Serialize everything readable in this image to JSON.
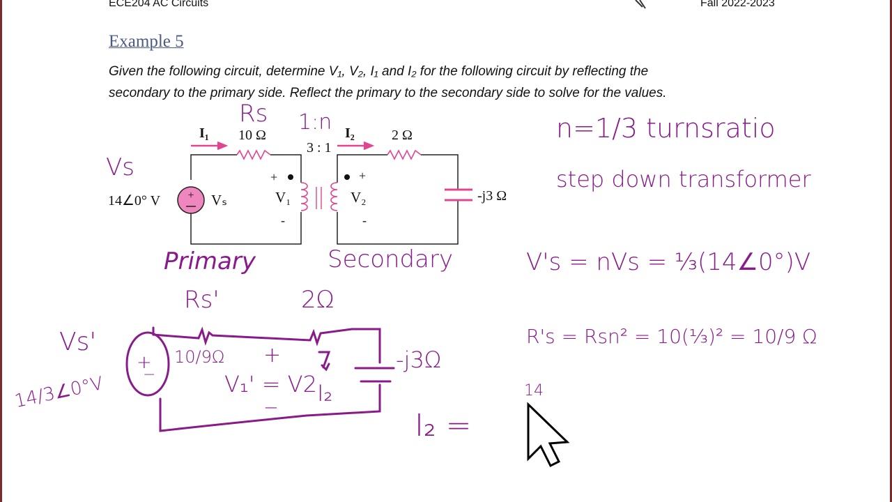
{
  "header": {
    "course": "ECE204 AC Circuits",
    "term": "Fall 2022-2023"
  },
  "title": "Example 5",
  "problem": {
    "line1": "Given the following circuit, determine V₁, V₂, I₁ and I₂ for the following circuit by reflecting the",
    "line2": "secondary to the primary side. Reflect the primary to the secondary side to solve for the values."
  },
  "circuit": {
    "i1": "I₁",
    "r1": "10 Ω",
    "ratio": "3 : 1",
    "i2": "I₂",
    "r2": "2 Ω",
    "source": "14∠0° V",
    "vs": "Vₛ",
    "v1": "V₁",
    "v2": "V₂",
    "cap": "-j3 Ω",
    "plus": "+",
    "minus": "-"
  },
  "annotations": {
    "rs": "Rs",
    "ratio_note": "1:n",
    "vs": "Vs",
    "primary": "Primary",
    "secondary": "Secondary",
    "turns": "n=1/3 turnsratio",
    "stepdown": "step down transformer",
    "vs_eq": "V's = nVs = ⅓(14∠0°)V",
    "rs_eq": "R's = Rsn² = 10(⅓)² = 10/9 Ω",
    "i2_eq": "I₂ =",
    "partial": "14",
    "rs_prime": "Rs'",
    "two_ohm": "2Ω",
    "vs_prime": "Vs'",
    "src_val": "14/3∠0°V",
    "rs_val": "10/9Ω",
    "v1eq": "V₁' = V2",
    "cap": "-j3Ω",
    "i2": "I₂",
    "plus": "+",
    "minus": "−"
  },
  "colors": {
    "ink": "#8a1a8c",
    "pink": "#e0458f",
    "title": "#4a5a86"
  }
}
